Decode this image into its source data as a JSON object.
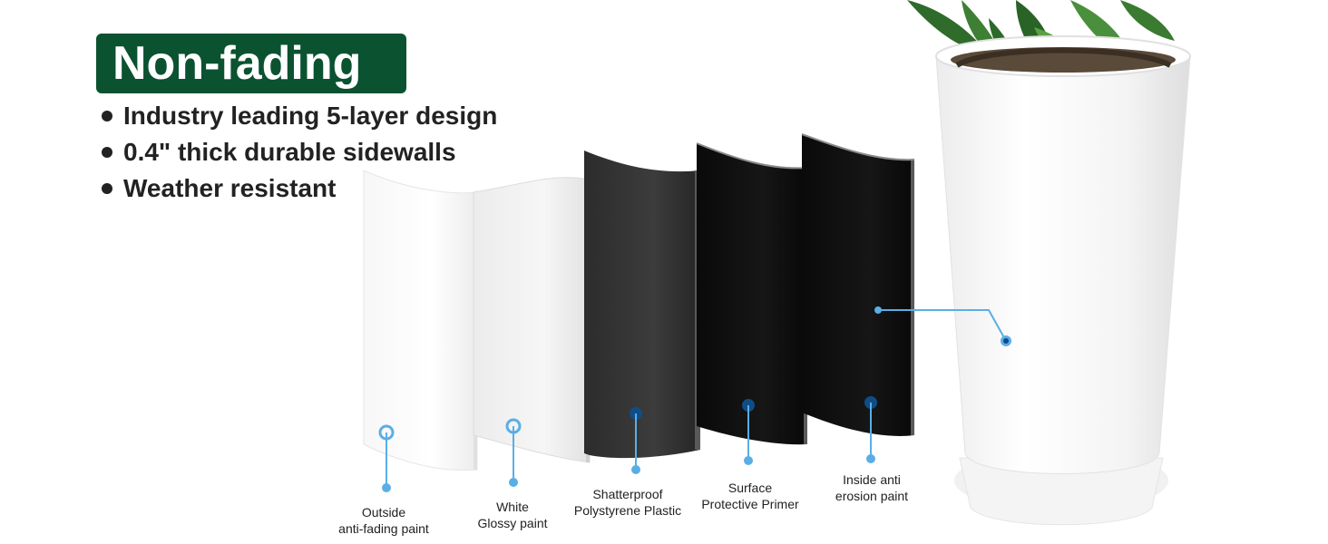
{
  "headline": {
    "title": "Non-fading",
    "badge_color": "#0b5230"
  },
  "features": [
    "Industry leading 5-layer design",
    "0.4\" thick durable sidewalls",
    "Weather resistant"
  ],
  "layers": [
    {
      "line1": "Outside",
      "line2": "anti-fading paint",
      "color": "#ffffff"
    },
    {
      "line1": "White",
      "line2": "Glossy paint",
      "color": "#f2f2f2"
    },
    {
      "line1": "Shatterproof",
      "line2": "Polystyrene Plastic",
      "color": "#3a3a3a"
    },
    {
      "line1": "Surface",
      "line2": "Protective Primer",
      "color": "#121212"
    },
    {
      "line1": "Inside anti",
      "line2": "erosion paint",
      "color": "#0d0d0d"
    }
  ],
  "colors": {
    "callout_light": "#5aaee6",
    "callout_dark": "#0f4d86",
    "text": "#222222"
  },
  "icons": {
    "pointer_dot": "callout-dot-icon",
    "plant": "plant-leaves-icon"
  }
}
